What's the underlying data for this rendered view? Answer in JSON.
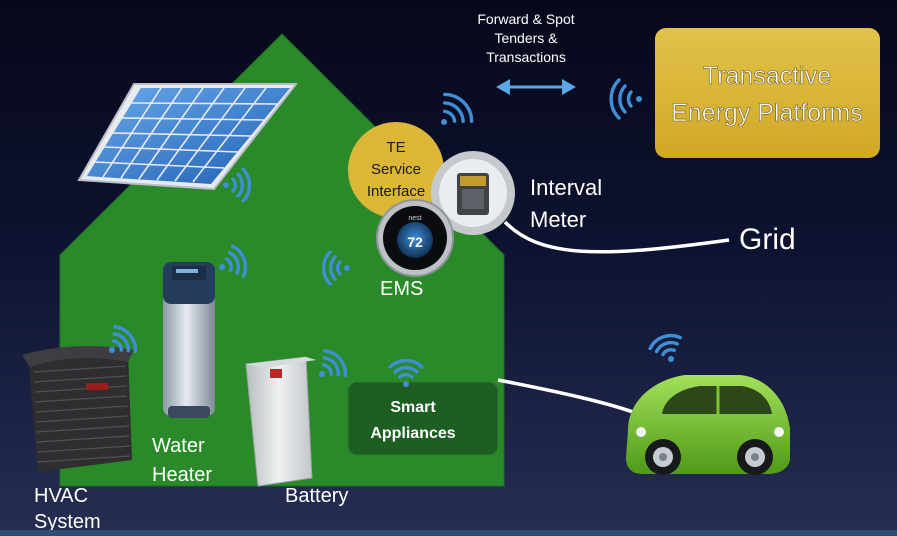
{
  "arrow_text": {
    "line1": "Forward & Spot",
    "line2": "Tenders &",
    "line3": "Transactions"
  },
  "platform": {
    "line1": "Transactive",
    "line2": "Energy Platforms"
  },
  "te_service": {
    "line1": "TE",
    "line2": "Service",
    "line3": "Interface"
  },
  "thermostat": {
    "brand": "nest",
    "temperature": "72"
  },
  "labels": {
    "ems": "EMS",
    "interval_meter_1": "Interval",
    "interval_meter_2": "Meter",
    "grid": "Grid",
    "water_heater_1": "Water",
    "water_heater_2": "Heater",
    "hvac_1": "HVAC",
    "hvac_2": "System",
    "battery": "Battery",
    "smart_appliances_1": "Smart",
    "smart_appliances_2": "Appliances"
  },
  "colors": {
    "house": "#2a8a2a",
    "platform_box": "#dcb637",
    "te_circle": "#dcb637",
    "car": "#79c631",
    "smart_box": "#1d5e22",
    "wifi": "#3e8fd6",
    "arrow": "#59a8e8"
  }
}
